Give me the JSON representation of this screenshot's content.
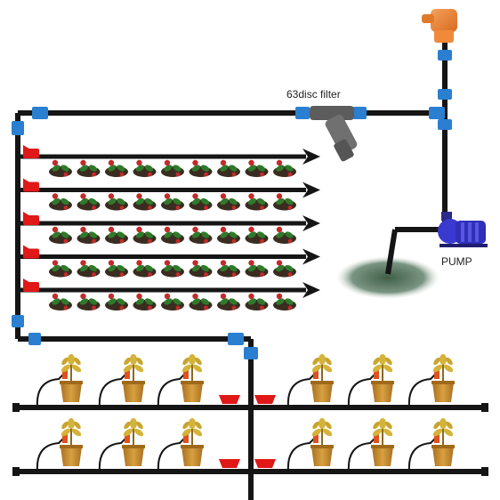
{
  "labels": {
    "filter": "63disc filter",
    "pump": "PUMP"
  },
  "colors": {
    "pipe": "#151515",
    "connector": "#2a7fd0",
    "valve": "#e01818",
    "tap": "#f08a3a",
    "pump": "#3a3ad0",
    "filter": "#6a6a6a",
    "pot": "#c8902e",
    "plant": "#d4b33a",
    "soil": "#3a2c20",
    "berry": "#c42a2a",
    "water": "#6f8a70"
  },
  "icons": {
    "tap": "faucet-icon",
    "filter": "disc-filter-icon",
    "pump": "water-pump-icon",
    "valve": "valve-icon",
    "plant": "potted-plant-icon"
  },
  "layout": {
    "strawberry_drip_lines": 5,
    "plants_per_line": 9,
    "potted_rows": 2,
    "pots_per_side": 3
  }
}
